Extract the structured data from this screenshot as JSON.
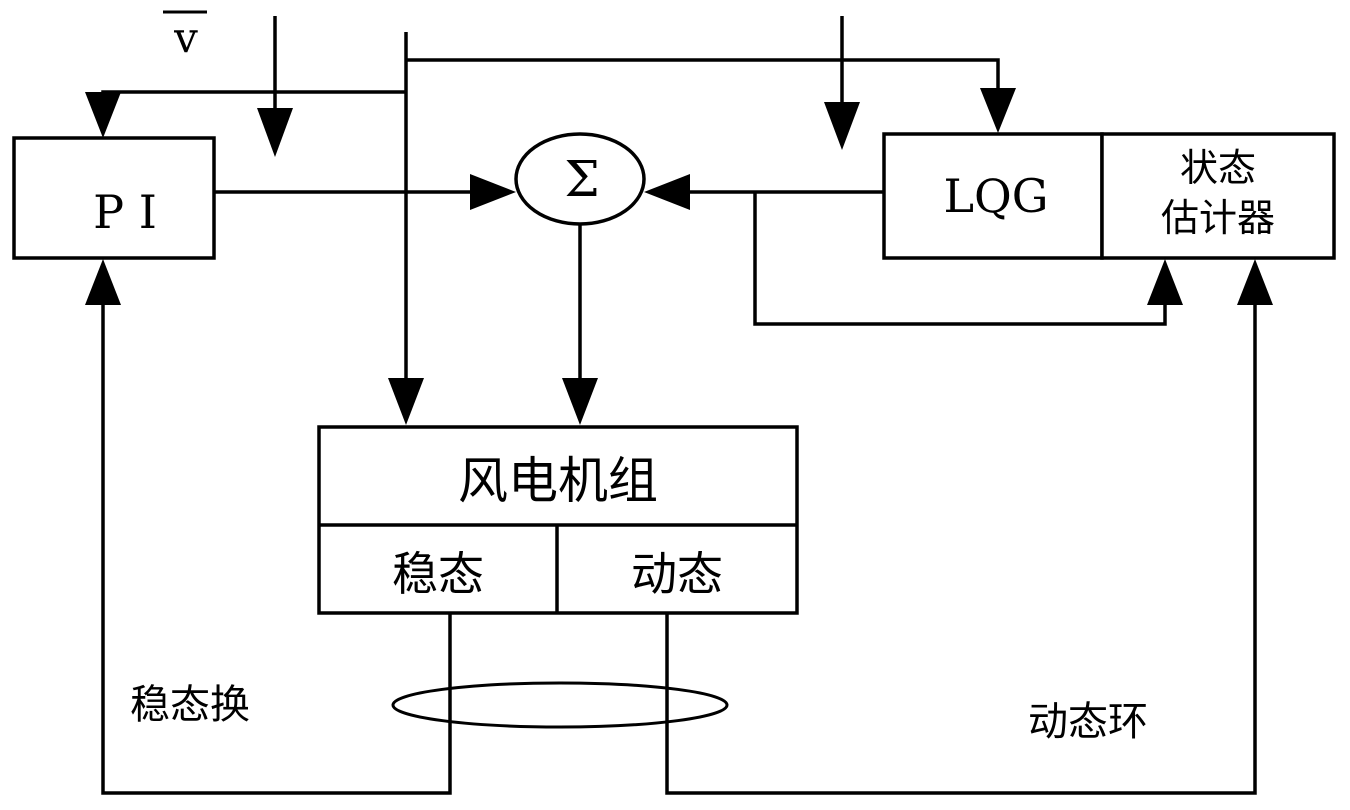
{
  "diagram": {
    "input_label": "v",
    "pi_label": "P I",
    "sum_label": "Σ",
    "lqg_label": "LQG",
    "estimator_label_line1": "状态",
    "estimator_label_line2": "估计器",
    "plant_label": "风电机组",
    "steady_label": "稳态",
    "dynamic_label": "动态",
    "steady_loop_label": "稳态换",
    "dynamic_loop_label": "动态环"
  }
}
